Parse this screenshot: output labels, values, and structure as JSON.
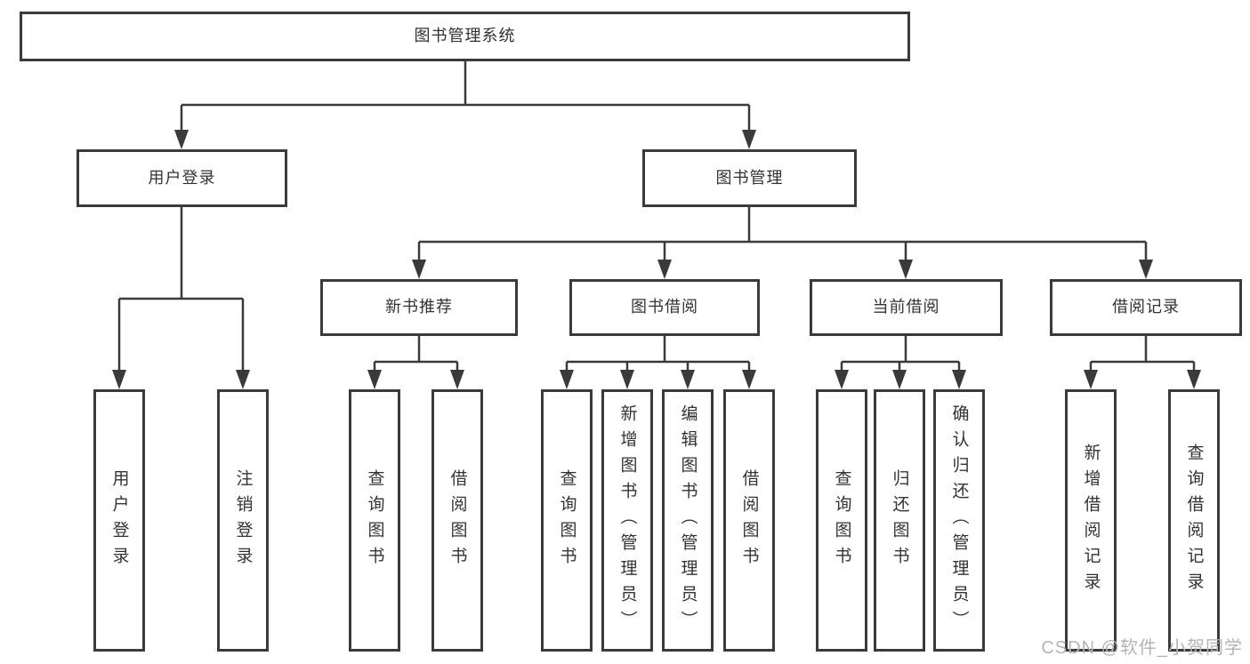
{
  "colors": {
    "border": "#3a3a3a",
    "line": "#3a3a3a",
    "text": "#333333",
    "background": "#ffffff",
    "watermark": "#b4b4b4"
  },
  "watermark": "CSDN @软件_小贺同学",
  "tree": {
    "root": "图书管理系统",
    "user_login": {
      "label": "用户登录",
      "children": [
        "用户登录",
        "注销登录"
      ]
    },
    "book_mgmt": {
      "label": "图书管理"
    },
    "new_book": {
      "label": "新书推荐",
      "children": [
        "查询图书",
        "借阅图书"
      ]
    },
    "borrow": {
      "label": "图书借阅",
      "children": [
        "查询图书",
        "新增图书（管理员）",
        "编辑图书（管理员）",
        "借阅图书"
      ]
    },
    "current": {
      "label": "当前借阅",
      "children": [
        "查询图书",
        "归还图书",
        "确认归还（管理员）"
      ]
    },
    "records": {
      "label": "借阅记录",
      "children": [
        "新增借阅记录",
        "查询借阅记录"
      ]
    }
  }
}
